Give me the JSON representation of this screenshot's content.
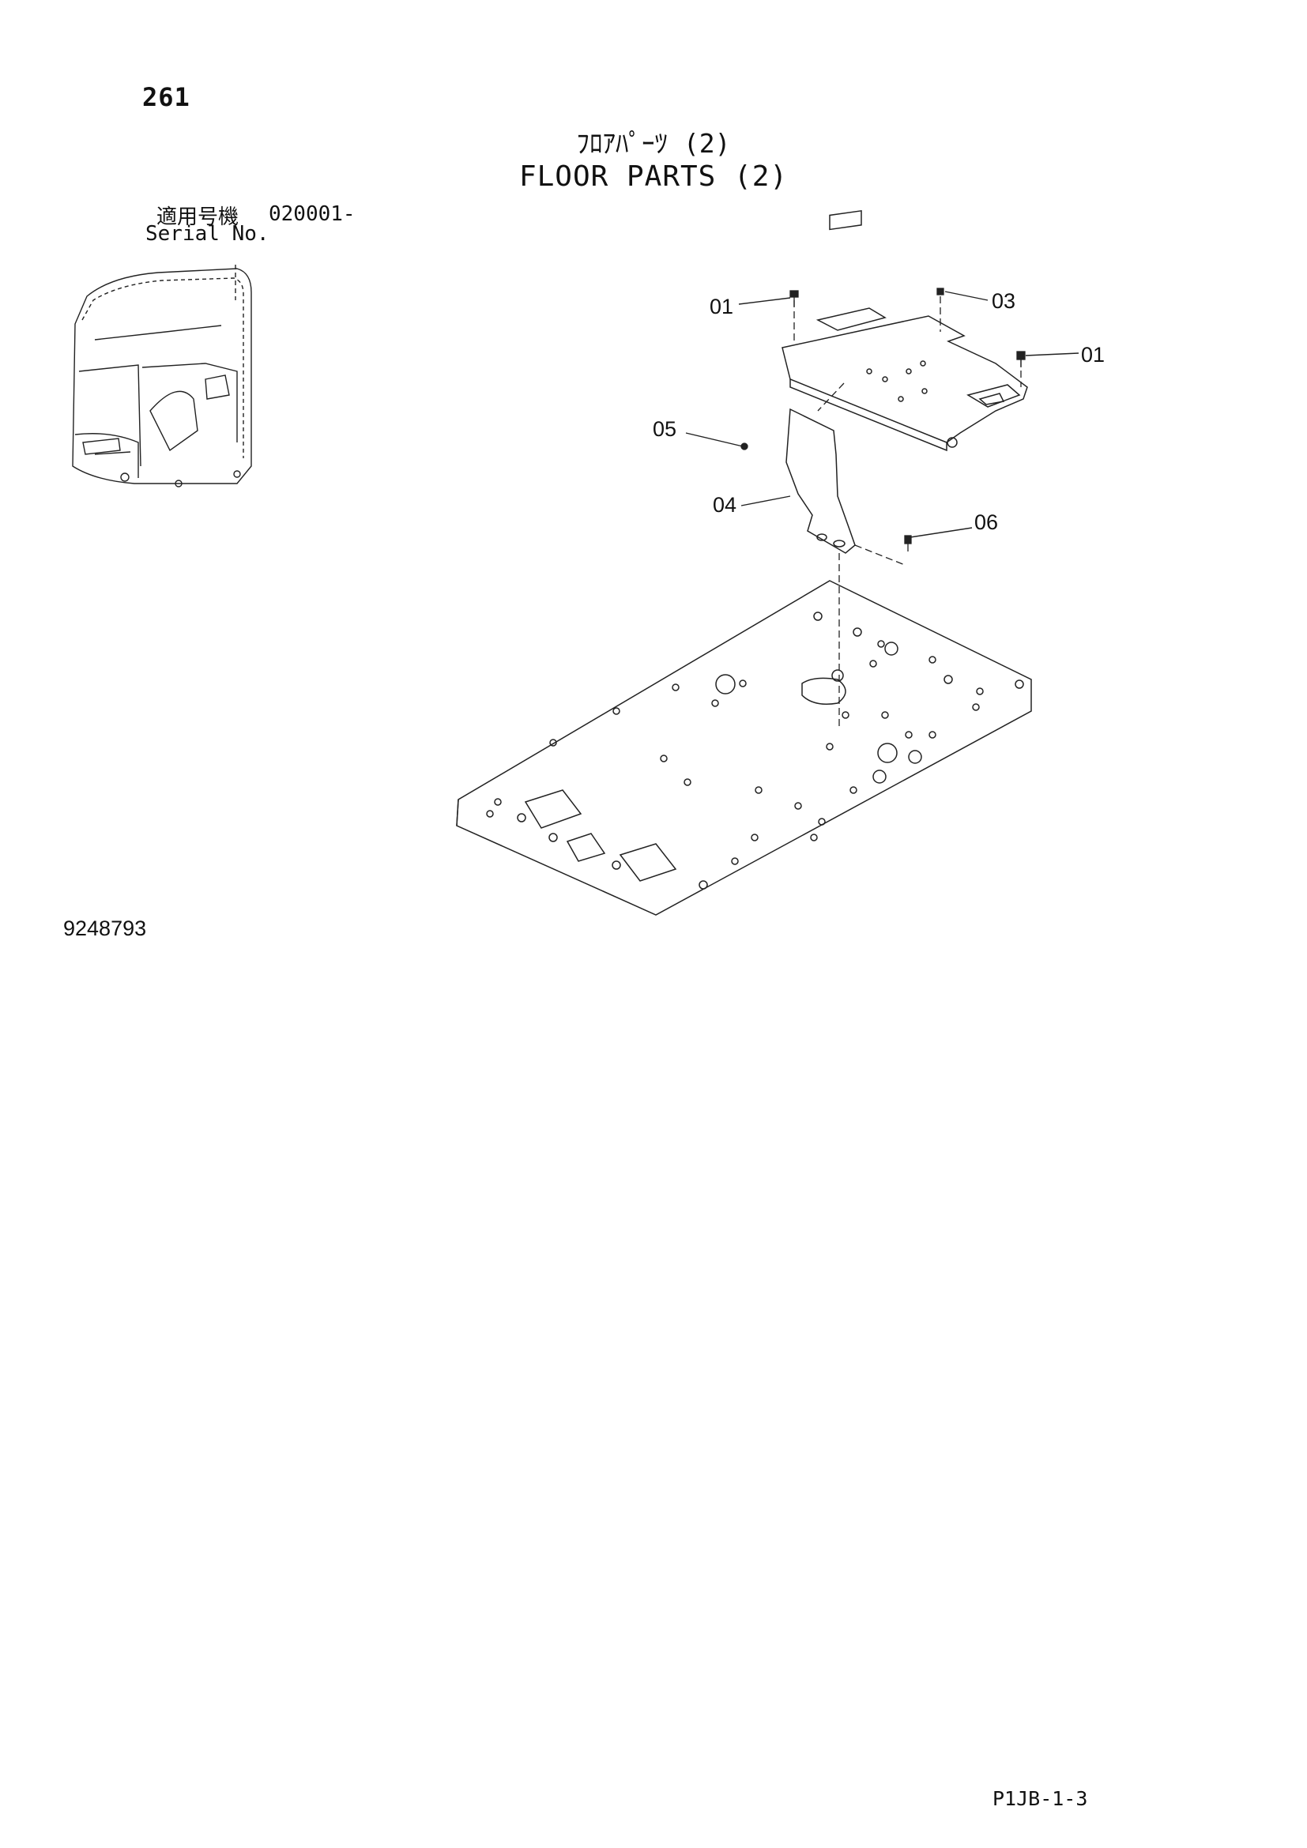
{
  "header": {
    "page_number": "261",
    "title_jp": "ﾌﾛｱﾊﾟｰﾂ (2)",
    "title_en": "FLOOR PARTS (2)",
    "serial_label_jp": "適用号機",
    "serial_value": "020001-",
    "serial_label_en": "Serial No."
  },
  "drawing": {
    "callouts": [
      "01",
      "03",
      "01",
      "05",
      "04",
      "06"
    ],
    "drawing_number": "9248793"
  },
  "footer": {
    "page_code": "P1JB-1-3"
  }
}
